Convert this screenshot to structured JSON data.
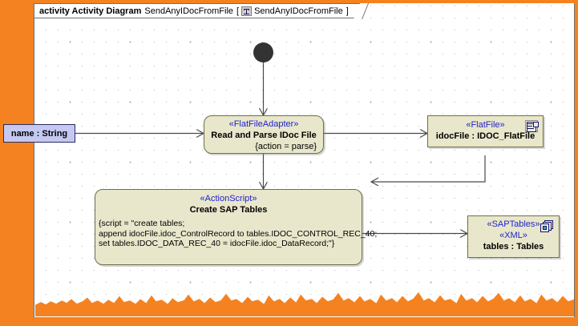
{
  "frame": {
    "keyword": "activity Activity Diagram",
    "name": "SendAnyIDocFromFile",
    "bracket_open": "[",
    "icon": "activity-diagram-icon",
    "qualified_name": "SendAnyIDocFromFile",
    "bracket_close": "]"
  },
  "parameter": {
    "label": "name : String"
  },
  "initial_node": {
    "label": "initial-node"
  },
  "actions": [
    {
      "stereotype": "«FlatFileAdapter»",
      "name": "Read and Parse IDoc File",
      "tagged_value": "{action = parse}"
    },
    {
      "stereotype": "«ActionScript»",
      "name": "Create SAP Tables",
      "script_lines": [
        "{script = \"create tables;",
        "append idocFile.idoc_ControlRecord to tables.IDOC_CONTROL_REC_40;",
        "set tables.IDOC_DATA_REC_40 = idocFile.idoc_DataRecord;\"}"
      ]
    }
  ],
  "object_nodes": [
    {
      "stereotype": "«FlatFile»",
      "name": "idocFile : IDOC_FlatFile",
      "icon": "document-icon"
    },
    {
      "stereotype": "«SAPTables»",
      "stereotype2": "«XML»",
      "name": "tables : Tables",
      "icon": "stacked-documents-icon"
    }
  ],
  "colors": {
    "canvas_background": "#F58220",
    "diagram_background": "#FFFFFF",
    "node_fill": "#E8E7CB",
    "node_border": "#6E6E4A",
    "stereotype_text": "#2222CC",
    "parameter_fill": "#C5C9F2",
    "parameter_border": "#2B2B5E",
    "initial_node_fill": "#333333",
    "edge_color": "#4A4A4A"
  }
}
